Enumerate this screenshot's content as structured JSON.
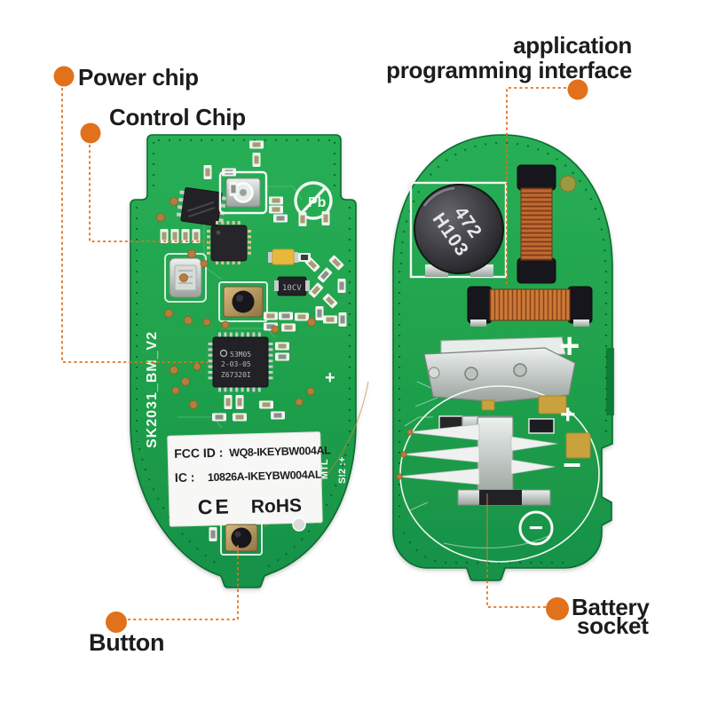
{
  "annotations": {
    "power_chip": "Power chip",
    "control_chip": "Control Chip",
    "api_line1": "application",
    "api_line2": "programming interface",
    "battery_line1": "Battery",
    "battery_line2": "socket",
    "button": "Button"
  },
  "left_board": {
    "silkscreen_id": "SK2031_BM_V2",
    "main_chip_marking": {
      "line1": "53M05",
      "line2": "2-03-05",
      "line3": "Z67320I"
    },
    "sot_marking": "10CV",
    "pb_free": "Pb",
    "side_text_1": "MTL",
    "side_text_2": "S!2 :+",
    "plus_mark": "+",
    "label": {
      "fcc_prefix": "FCC ID :",
      "fcc_value": "WQ8-IKEYBW004AL",
      "ic_prefix": "IC :",
      "ic_value": "10826A-IKEYBW004AL",
      "ce_mark": "CE",
      "rohs": "RoHS"
    }
  },
  "right_board": {
    "inductor_marking": {
      "line1": "472",
      "line2": "H103"
    },
    "plus_top": "+",
    "plus_mid": "+",
    "minus_mid": "−",
    "minus_circled": "−"
  },
  "colors": {
    "accent_orange": "#E2711B",
    "pcb_green": "#1FA04B",
    "copper": "#C06B30",
    "text_black": "#1C1C1E"
  }
}
